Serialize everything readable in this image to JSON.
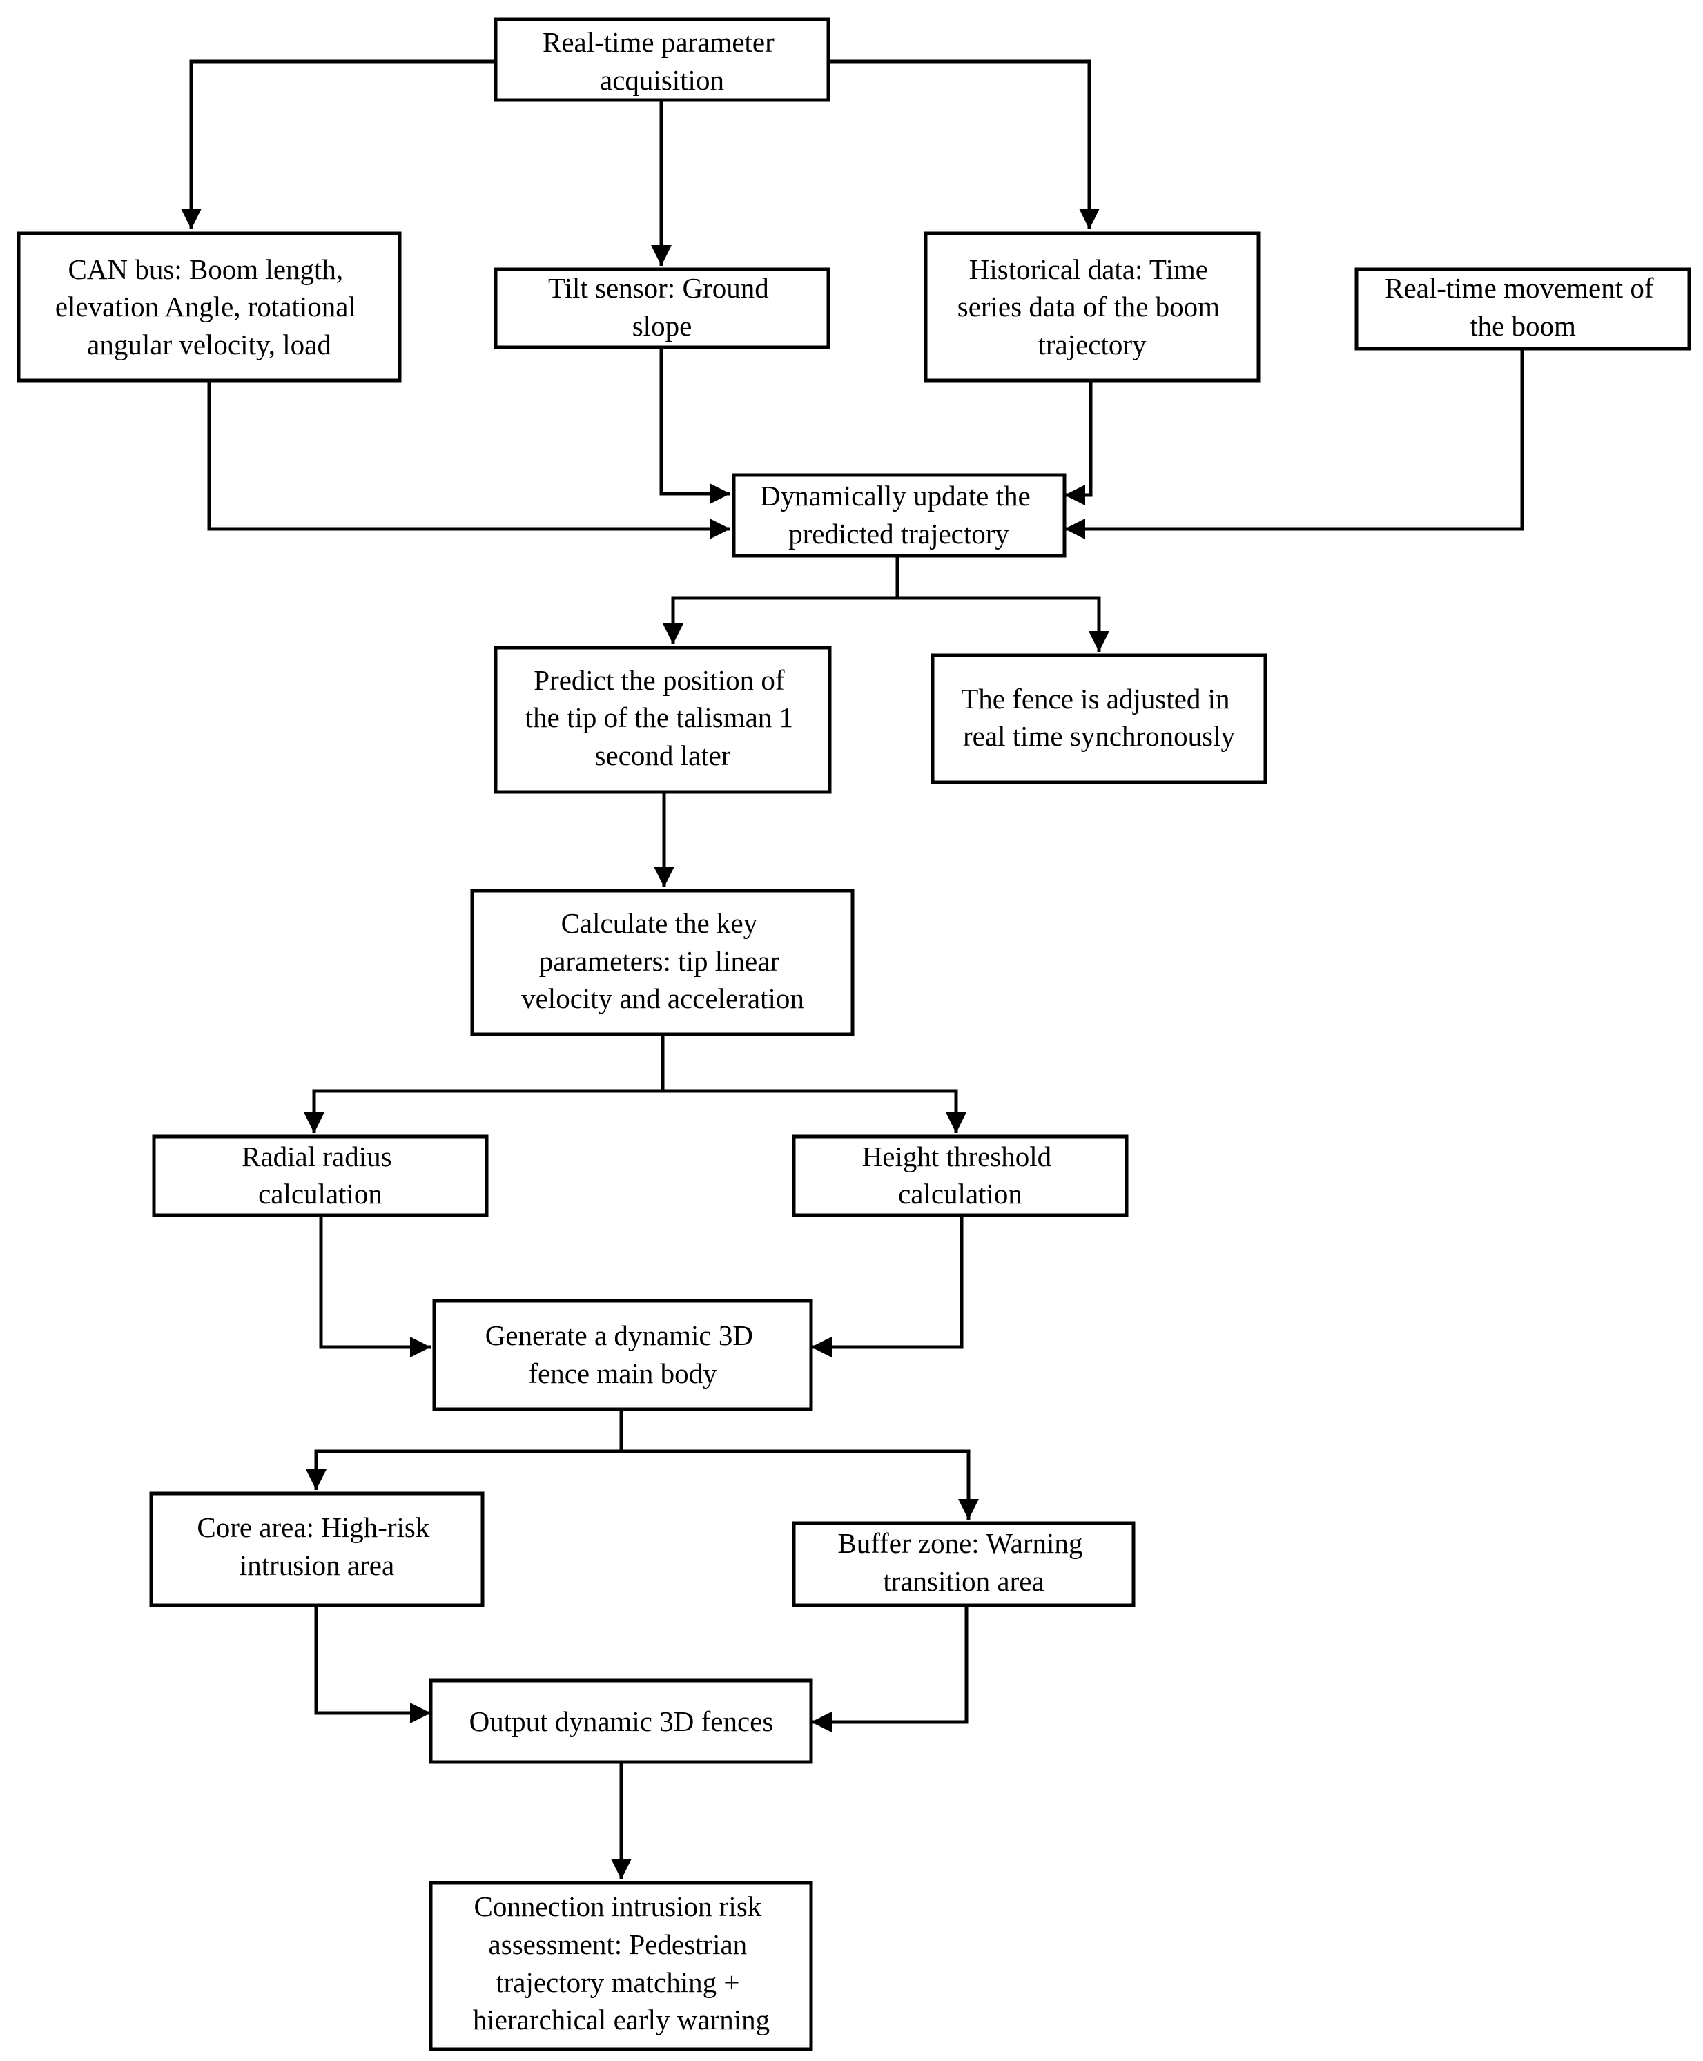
{
  "nodes": {
    "acquisition": [
      "Real-time parameter",
      "acquisition"
    ],
    "can_bus": [
      "CAN bus: Boom length,",
      "elevation Angle, rotational",
      "angular velocity, load"
    ],
    "tilt_sensor": [
      "Tilt sensor: Ground",
      "slope"
    ],
    "historical": [
      "Historical data: Time",
      "series data of the boom",
      "trajectory"
    ],
    "realtime_movement": [
      "Real-time movement of",
      "the boom"
    ],
    "update_trajectory": [
      "Dynamically update the",
      "predicted trajectory"
    ],
    "predict_position": [
      "Predict the position of",
      "the tip of the talisman 1",
      "second later"
    ],
    "fence_adjusted": [
      "The fence is adjusted in",
      "real time synchronously"
    ],
    "key_parameters": [
      "Calculate the key",
      "parameters: tip linear",
      "velocity and acceleration"
    ],
    "radial_radius": [
      "Radial radius",
      "calculation"
    ],
    "height_threshold": [
      "Height threshold",
      "calculation"
    ],
    "generate_fence": [
      "Generate a dynamic 3D",
      "fence main body"
    ],
    "core_area": [
      "Core area: High-risk",
      "intrusion area"
    ],
    "buffer_zone": [
      "Buffer zone: Warning",
      "transition area"
    ],
    "output_fences": [
      "Output dynamic 3D fences"
    ],
    "risk_assessment": [
      "Connection intrusion risk",
      "assessment: Pedestrian",
      "trajectory matching +",
      "hierarchical early warning"
    ]
  }
}
